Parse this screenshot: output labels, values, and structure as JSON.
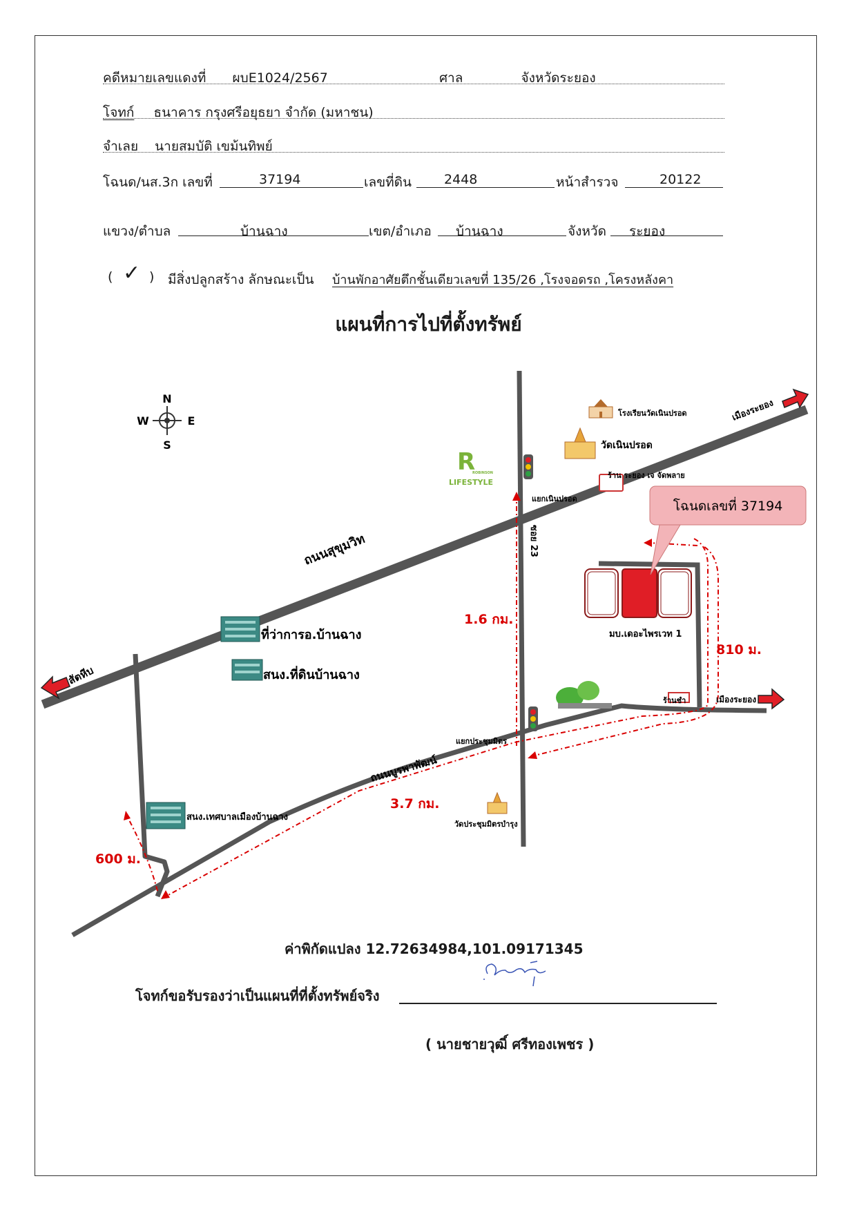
{
  "header": {
    "case_label": "คดีหมายเลขแดงที่",
    "case_no": "ผบE1024/2567",
    "court_label": "ศาล",
    "court": "จังหวัดระยอง",
    "plaintiff_label": "โจทก์",
    "plaintiff": "ธนาคาร กรุงศรีอยุธยา จำกัด (มหาชน)",
    "defendant_label": "จำเลย",
    "defendant": "นายสมบัติ  เขม้นทิพย์",
    "deed_label": "โฉนด/นส.3ก เลขที่",
    "deed_no": "37194",
    "land_no_label": "เลขที่ดิน",
    "land_no": "2448",
    "survey_label": "หน้าสำรวจ",
    "survey_no": "20122",
    "subdistrict_label": "แขวง/ตำบล",
    "subdistrict": "บ้านฉาง",
    "district_label": "เขต/อำเภอ",
    "district": "บ้านฉาง",
    "province_label": "จังหวัด",
    "province": "ระยอง",
    "check_open": "(",
    "check_mark": "✓",
    "check_close": ")",
    "building_label": "มีสิ่งปลูกสร้าง ลักษณะเป็น",
    "building": "บ้านพักอาศัยตึกชั้นเดียวเลขที่ 135/26 ,โรงจอดรถ ,โครงหลังคา"
  },
  "title": "แผนที่การไปที่ตั้งทรัพย์",
  "map": {
    "compass": {
      "n": "N",
      "s": "S",
      "e": "E",
      "w": "W"
    },
    "roads": {
      "sukhumvit": "ถนนสุขุมวิท",
      "burapha": "ถนนบูรพาพัฒน์",
      "soi": "ซอย 23"
    },
    "arrows": {
      "sattahip": "สัตหีบ",
      "rayong_top": "เมืองระยอง",
      "rayong_right": "เมืองระยอง"
    },
    "labels": {
      "school": "โรงเรียนวัดเนินปรอด",
      "temple_noen": "วัดเนินปรอด",
      "shop": "ร้าน ระยอง เจ จัดพลาย",
      "robinson_r": "R",
      "robinson_small": "ROBINSON",
      "robinson_name": "LIFESTYLE",
      "junction_noen": "แยกเนินปรอด",
      "district_office": "ที่ว่าการอ.บ้านฉาง",
      "land_office": "สนง.ที่ดินบ้านฉาง",
      "municipality": "สนง.เทศบาลเมืองบ้านฉาง",
      "junction_prachum": "แยกประชุมมิตร",
      "temple_prachum": "วัดประชุมมิตรบำรุง",
      "village": "มบ.เดอะไพรเวท 1",
      "shop2": "ร้านชำ",
      "callout": "โฉนดเลขที่ 37194"
    },
    "distances": {
      "d1": "1.6 กม.",
      "d2": "3.7 กม.",
      "d3": "600 ม.",
      "d4": "810 ม."
    }
  },
  "footer": {
    "coords": "ค่าพิกัดแปลง 12.72634984,101.09171345",
    "certify": "โจทก์ขอรับรองว่าเป็นแผนที่ที่ตั้งทรัพย์จริง",
    "signer": "(   นายชายวุฒิ์  ศรีทองเพชร   )"
  },
  "colors": {
    "road": "#555555",
    "route": "#d90000",
    "plot": "#e01e26",
    "bldg": "#3c8a84"
  }
}
